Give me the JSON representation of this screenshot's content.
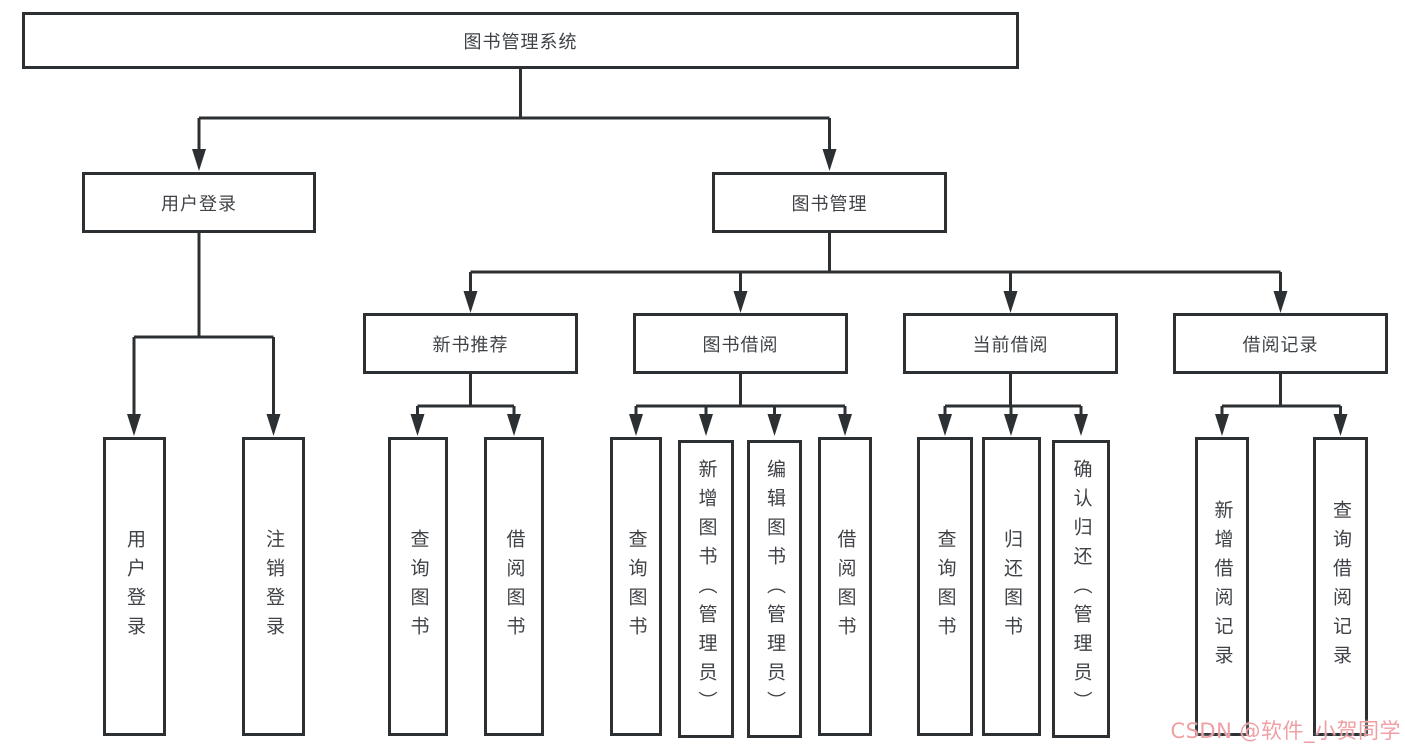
{
  "tree": {
    "label": "图书管理系统",
    "children": [
      {
        "label": "用户登录",
        "children": [
          {
            "label": "用户登录"
          },
          {
            "label": "注销登录"
          }
        ]
      },
      {
        "label": "图书管理",
        "children": [
          {
            "label": "新书推荐",
            "children": [
              {
                "label": "查询图书"
              },
              {
                "label": "借阅图书"
              }
            ]
          },
          {
            "label": "图书借阅",
            "children": [
              {
                "label": "查询图书"
              },
              {
                "label": "新增图书（管理员）"
              },
              {
                "label": "编辑图书（管理员）"
              },
              {
                "label": "借阅图书"
              }
            ]
          },
          {
            "label": "当前借阅",
            "children": [
              {
                "label": "查询图书"
              },
              {
                "label": "归还图书"
              },
              {
                "label": "确认归还（管理员）"
              }
            ]
          },
          {
            "label": "借阅记录",
            "children": [
              {
                "label": "新增借阅记录"
              },
              {
                "label": "查询借阅记录"
              }
            ]
          }
        ]
      }
    ]
  },
  "watermark": {
    "text": "CSDN @软件_小贺同学",
    "color": "#f0a0a5"
  },
  "colors": {
    "line": "#2d3033",
    "text": "#3f4347",
    "background": "#ffffff"
  }
}
